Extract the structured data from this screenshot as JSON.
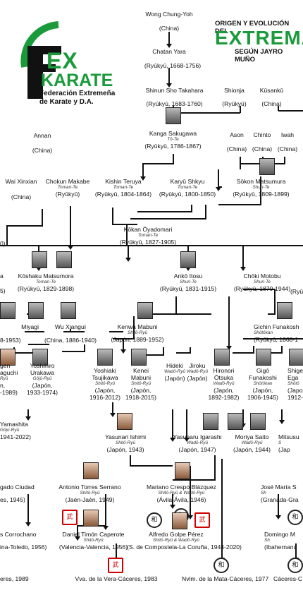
{
  "header": {
    "line1": "ORIGEN Y EVOLUCIÓN DEL",
    "line2": "EXTREMA",
    "line3": "SEGÚN JAYRO MUÑO",
    "accent": "#1a9a3a"
  },
  "logo": {
    "letters_ex": "EX",
    "word": "KARATE",
    "org_line1": "Federación Extremeña",
    "org_line2": "de Karate y D.A."
  },
  "nodes": {
    "wong": {
      "name": "Wong Chung-Yoh",
      "origin": "(China)"
    },
    "chatan": {
      "name": "Chatan Yara",
      "origin": "(Ryūkyū, 1668-1756)"
    },
    "shinun": {
      "name": "Shinun Sho Takahara",
      "origin": "(Ryūkyū, 1683-1760)"
    },
    "shionja": {
      "name": "Shionja",
      "origin": "(Ryūkyū)"
    },
    "kusanku": {
      "name": "Kūsankū",
      "origin": "(China)"
    },
    "annan": {
      "name": "Annan",
      "origin": "(China)"
    },
    "kanga": {
      "name": "Kanga Sakugawa",
      "style": "Tō-Te",
      "origin": "(Ryūkyū, 1786-1867)"
    },
    "ason": {
      "name": "Ason",
      "origin": "(China)"
    },
    "chinto": {
      "name": "Chinto",
      "origin": "(China)"
    },
    "iwah": {
      "name": "Iwah",
      "origin": "(China)"
    },
    "wai": {
      "name": "Wai Xinxian",
      "origin": "(China)"
    },
    "chokun": {
      "name": "Chokun Makabe",
      "style": "Tomari-Te",
      "origin": "(Ryūkyū)"
    },
    "kishin": {
      "name": "Kishin Teruya",
      "style": "Tomari-Te",
      "origin": "(Ryūkyū, 1804-1864)"
    },
    "karyu": {
      "name": "Karyū Shkyu",
      "style": "Tomari-Te",
      "origin": "(Ryūkyū, 1800-1850)"
    },
    "sokon": {
      "name": "Sōkon Matsumura",
      "style": "Shuri-Te",
      "origin": "(Ryūkyū, 1809-1899)"
    },
    "kokan": {
      "name": "Kōkan Ōyadomari",
      "style": "Tomari-Te",
      "origin": "(Ryūkyū, 1827-1905)"
    },
    "edge_left_1": {
      "origin": "0)"
    },
    "edge_left_2": {
      "origin": "a"
    },
    "edge_left_3": {
      "origin": "5)"
    },
    "koshaku": {
      "name": "Kōshaku Matsumora",
      "style": "Tomari-Te",
      "origin": "(Ryūkyū, 1829-1898)"
    },
    "anko": {
      "name": "Ankō Itosu",
      "style": "Shuri-Te",
      "origin": "(Ryūkyū, 1831-1915)"
    },
    "choki": {
      "name": "Chōki Motobu",
      "style": "Shuri-Te",
      "origin": "(Ryūkyū, 1870-1944)"
    },
    "edge_right_1": {
      "origin": "(Ryū"
    },
    "miyagi": {
      "name": "Miyagi",
      "origin": "8-1953)"
    },
    "wuxiang": {
      "name": "Wu Xianguì",
      "origin": "(China, 1886-1940)"
    },
    "kenwa": {
      "name": "Kenwa Mabuni",
      "style": "Shitō-Ryū",
      "origin": "(Japón, 1889-1952)"
    },
    "gichin": {
      "name": "Gichin Funakosh",
      "style": "Shōtōkan",
      "origin": "(Ryūkyū, 1868-1"
    },
    "gogen": {
      "name": "gen",
      "name2": "aguchi",
      "style": "Ryū",
      "origin": "n,",
      "origin2": "-1989)"
    },
    "yohiro": {
      "name": "Yoshihiro",
      "name2": "Urakawa",
      "style": "Gōjū-Ryū",
      "origin": "(Japón,",
      "origin2": "1933-1974)"
    },
    "tsujikawa": {
      "name": "Yoshiaki",
      "name2": "Tsujikawa",
      "style": "Shitō-Ryū",
      "origin": "(Japón,",
      "origin2": "1916-2012)"
    },
    "kenei": {
      "name": "Kenei",
      "name2": "Mabuni",
      "style": "Shitō-Ryū",
      "origin": "(Japón,",
      "origin2": "1918-2015)"
    },
    "hideki": {
      "name": "Hideki",
      "style": "Wadō-Ryū",
      "origin": "(Japón)"
    },
    "jiroku": {
      "name": "Jiroku",
      "style": "Wadō-Ryū",
      "origin": "(Japón)"
    },
    "hironori": {
      "name": "Hironori",
      "name2": "Ōtsuka",
      "style": "Wadō-Ryū",
      "origin": "(Japón,",
      "origin2": "1892-1982)"
    },
    "gigo": {
      "name": "Gigō",
      "name2": "Funakoshi",
      "style": "Shōtōkan",
      "origin": "(Japón,",
      "origin2": "1906-1945)"
    },
    "shige": {
      "name": "Shige",
      "name2": "Ega",
      "style": "Shōtō",
      "origin": "(Japo",
      "origin2": "1912-1"
    },
    "yamashita": {
      "name": "Yamashita",
      "style": "Gōjū-Ryū",
      "origin": "1941-2022)"
    },
    "ishimi": {
      "name": "Yasunari Ishimi",
      "style": "Shitō-Ryū",
      "origin": "(Japón, 1943)"
    },
    "igarashi": {
      "name": "Yasuharu Igarashi",
      "style": "Wadō-Ryū",
      "origin": "(Japón, 1947)"
    },
    "saito": {
      "name": "Moriya Saito",
      "style": "Wadō-Ryū",
      "origin": "(Japón, 1944)"
    },
    "mitsusu": {
      "name": "Mitsusu",
      "style": "S",
      "origin": "(Jap"
    },
    "delgado": {
      "name": "gado Ciudad",
      "origin": "es, 1945)"
    },
    "torres": {
      "name": "Antonio Torres Serrano",
      "style": "Shitō-Ryū",
      "origin": "(Jaén-Jaén, 1949)"
    },
    "crespo": {
      "name": "Mariano Crespo Blázquez",
      "style": "Shitō-Ryū & Wadō-Ryū",
      "origin": "(Ávila-Ávila, 1946)"
    },
    "josemaria": {
      "name": "José María S",
      "style": "Sh",
      "origin": "(Granada-Gra"
    },
    "corrochano": {
      "name": "s Corrochano",
      "origin": "ina-Toledo, 1956)"
    },
    "timon": {
      "name": "Daniel Timón Caperote",
      "style": "Shitō-Ryū",
      "origin": "(Valencia-Valencia, 1956)"
    },
    "golpe": {
      "name": "Alfredo Golpe Pérez",
      "style": "Shitō-Ryū & Wadō-Ryū",
      "origin": "(S. de Compostela-La Coruña, 1944-2020)"
    },
    "domingo": {
      "name": "Domingo M",
      "style": "Sh",
      "origin": "(Ibahernand"
    },
    "club1": {
      "label": "eres, 1989"
    },
    "club2": {
      "label": "Vva. de la Vera-Cáceres, 1983"
    },
    "club3": {
      "label": "Nvlm. de la Mata-Cáceres, 1977"
    },
    "club4": {
      "label": "Cáceres-C"
    }
  },
  "colors": {
    "line": "#111111",
    "accent": "#1a9a3a",
    "emblem_red": "#cc0000"
  }
}
